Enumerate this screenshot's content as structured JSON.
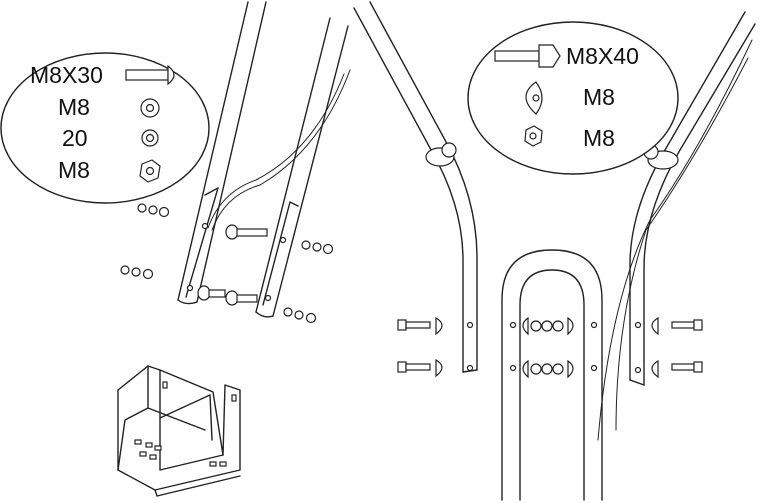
{
  "left_hardware": {
    "items": [
      {
        "icon": "carriage-bolt-icon",
        "label": "M8X30"
      },
      {
        "icon": "flat-washer-icon",
        "label": "M8"
      },
      {
        "icon": "spring-washer-icon",
        "label": "20"
      },
      {
        "icon": "hex-nut-icon",
        "label": "M8"
      }
    ]
  },
  "right_hardware": {
    "items": [
      {
        "icon": "hex-bolt-icon",
        "label": "M8X40"
      },
      {
        "icon": "curved-washer-icon",
        "label": "M8"
      },
      {
        "icon": "hex-nut-icon",
        "label": "M8"
      }
    ]
  }
}
